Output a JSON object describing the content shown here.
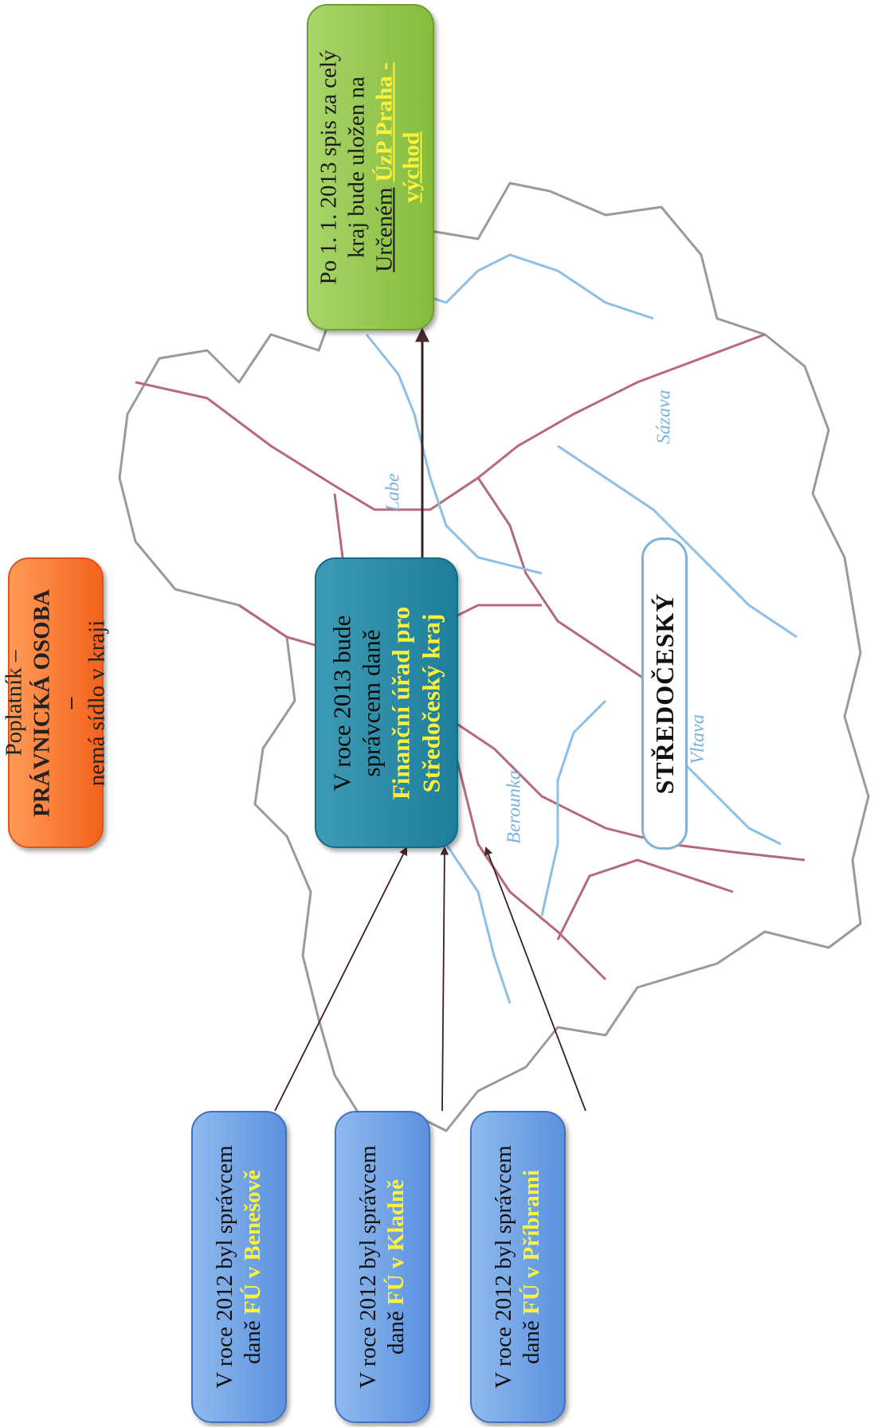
{
  "boxes": {
    "poplatnik": {
      "line1": "Poplatník –",
      "line2": "PRÁVNICKÁ OSOBA –",
      "line3": "nemá sídlo v kraji"
    },
    "future": {
      "part1": "Po 1. 1. 2013 spis za celý kraj bude uložen na",
      "part2": "Určeném",
      "part3": "ÚzP Praha - východ"
    },
    "center": {
      "line1": "V roce 2013 bude správcem daně",
      "highlight": "Finanční úřad pro Středočeský kraj"
    },
    "benesov": {
      "text": "V roce 2012 byl správcem daně",
      "highlight": "FÚ v Benešově"
    },
    "kladno": {
      "text": "V roce 2012 byl správcem daně",
      "highlight": "FÚ v Kladně"
    },
    "pribram": {
      "text": "V roce 2012 byl správcem daně",
      "highlight": "FÚ v Příbrami"
    },
    "region": {
      "label": "STŘEDOČESKÝ"
    }
  },
  "map_labels": {
    "labe": "Labe",
    "sazava": "Sázava",
    "berounka": "Berounka",
    "vltava": "Vltava"
  },
  "colors": {
    "orange": "#f3631c",
    "green": "#86bc3c",
    "teal": "#1e7d99",
    "blue": "#5b92de",
    "highlight": "#fff23a",
    "border_line": "#b56a7a",
    "river": "#8cbfe6"
  }
}
